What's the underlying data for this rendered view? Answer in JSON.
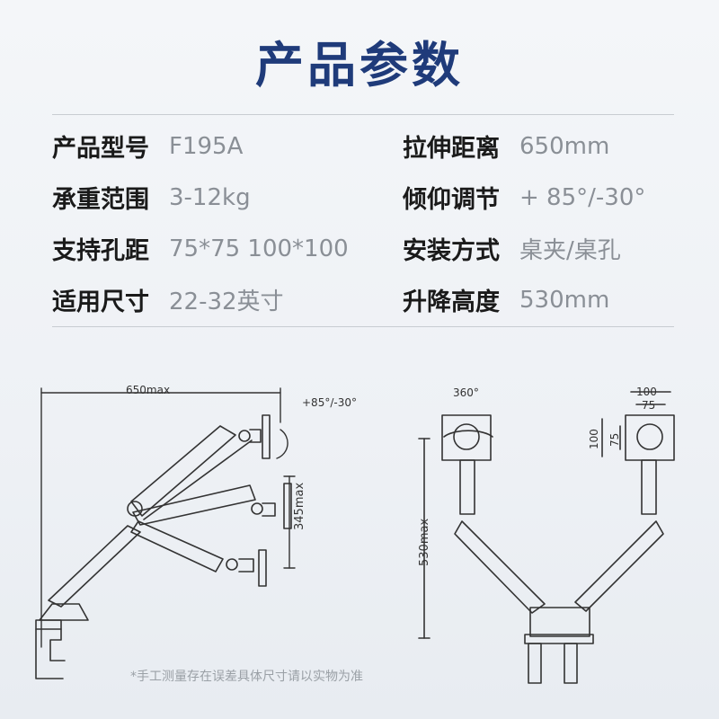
{
  "title": "产品参数",
  "specs": [
    {
      "left_label": "产品型号",
      "left_value": "F195A",
      "right_label": "拉伸距离",
      "right_value": "650mm"
    },
    {
      "left_label": "承重范围",
      "left_value": "3-12kg",
      "right_label": "倾仰调节",
      "right_value": "+ 85°/-30°"
    },
    {
      "left_label": "支持孔距",
      "left_value": "75*75  100*100",
      "right_label": "安装方式",
      "right_value": "桌夹/桌孔"
    },
    {
      "left_label": "适用尺寸",
      "left_value": "22-32英寸",
      "right_label": "升降高度",
      "right_value": "530mm"
    }
  ],
  "diagram": {
    "side_width_label": "650max",
    "tilt_label": "+85°/-30°",
    "vertical_range_label": "345max",
    "rotation_label": "360°",
    "height_label": "530max",
    "vesa_100_top": "100",
    "vesa_75_top": "75",
    "vesa_100_side": "100",
    "vesa_75_side": "75"
  },
  "note": "*手工测量存在误差具体尺寸请以实物为准",
  "colors": {
    "title": "#1f3b7a",
    "label": "#1a1a1a",
    "value": "#8a8f96",
    "line": "#333333"
  }
}
